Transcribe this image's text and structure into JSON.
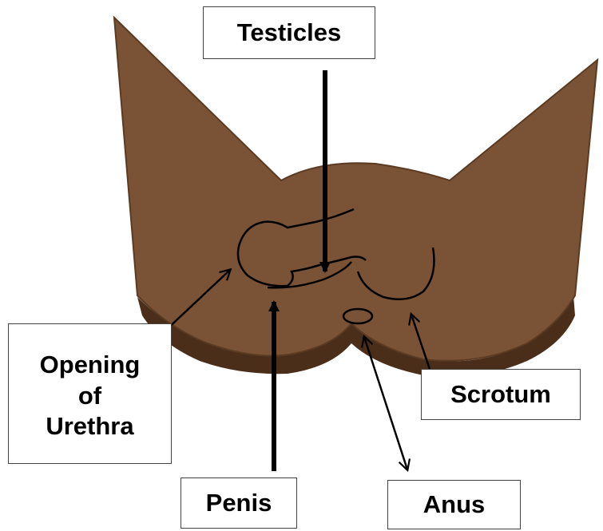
{
  "labels": {
    "testicles": "Testicles",
    "opening_line1": "Opening",
    "opening_line2": "of",
    "opening_line3": "Urethra",
    "scrotum": "Scrotum",
    "penis": "Penis",
    "anus": "Anus"
  },
  "colors": {
    "body_fill": "#7a5337",
    "body_edge": "#5b3a22",
    "body_shadow": "#4a2e1a",
    "outline": "#000000",
    "background": "#ffffff"
  }
}
